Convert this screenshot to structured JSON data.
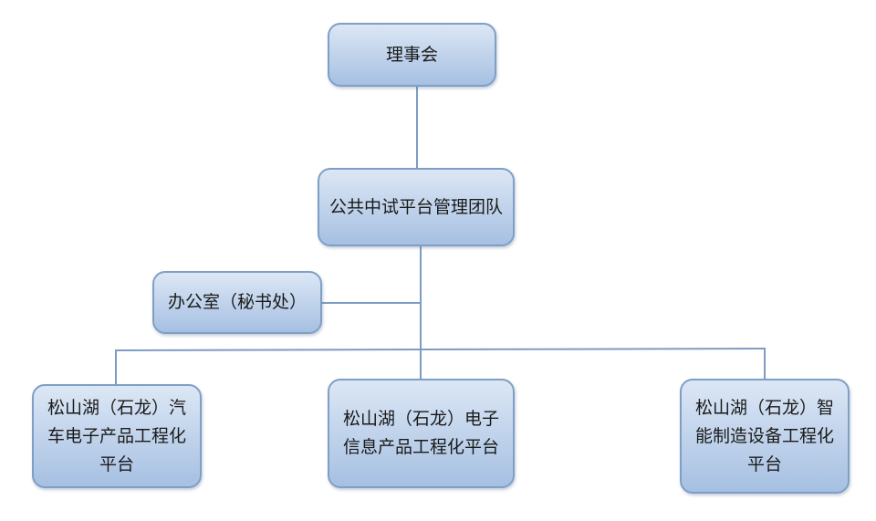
{
  "diagram": {
    "line_color": "#7d9cc4",
    "node_fill_top": "#dce7f5",
    "node_fill_bottom": "#a6c0e2",
    "node_border_color": "#7f9fc6",
    "nodes": {
      "board": "理事会",
      "team": "公共中试平台管理团队",
      "office": "办公室（秘书处）",
      "platform1": "松山湖（石龙）汽车电子产品工程化平台",
      "platform2": "松山湖（石龙）电子信息产品工程化平台",
      "platform3": "松山湖（石龙）智能制造设备工程化平台"
    }
  }
}
